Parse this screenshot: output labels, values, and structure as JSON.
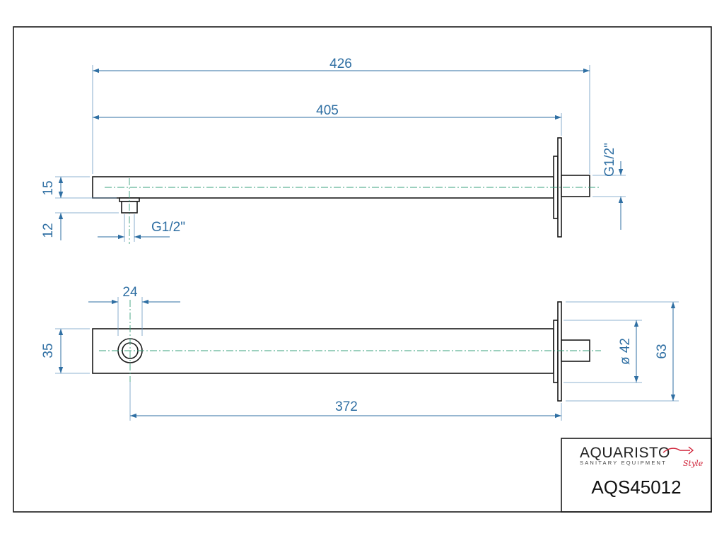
{
  "dimensions": {
    "total_length": "426",
    "arm_length": "405",
    "center_length": "372",
    "arm_height": "15",
    "outlet_height": "12",
    "outlet_width": "24",
    "arm_width": "35",
    "flange_diameter": "ø 42",
    "flange_outer": "63",
    "outlet_thread": "G1/2\"",
    "wall_thread": "G1/2\""
  },
  "title_block": {
    "brand": "AQUARISTO",
    "brand_tagline": "SANITARY EQUIPMENT",
    "brand_script": "Style",
    "product_code": "AQS45012"
  },
  "colors": {
    "dimension": "#2f6fa3",
    "center_line": "#3aa17e",
    "outline": "#1a1a1a",
    "brand_accent": "#d0243a"
  }
}
